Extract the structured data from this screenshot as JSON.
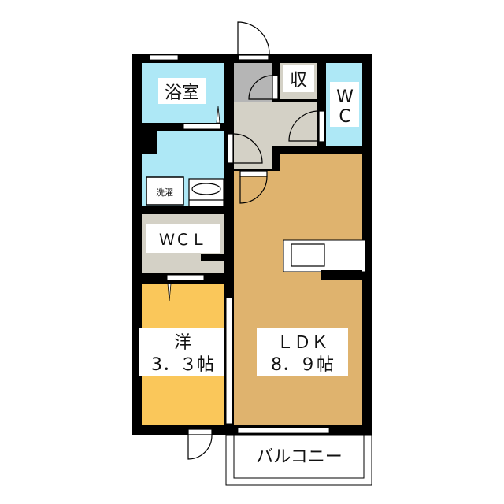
{
  "rooms": {
    "bath": "浴室",
    "storage": "収",
    "wc_line1": "W",
    "wc_line2": "C",
    "laundry": "洗濯",
    "wcl": "ＷＣＬ",
    "western_name": "洋",
    "western_size": "3．３帖",
    "ldk_name": "ＬＤＫ",
    "ldk_size": "8．９帖",
    "balcony": "バルコニー"
  },
  "colors": {
    "wall": "#000000",
    "wet_area": "#aee8f6",
    "hall": "#d4d1c6",
    "entry": "#b5b5b5",
    "ldk": "#dfb36e",
    "western": "#fac75a"
  }
}
